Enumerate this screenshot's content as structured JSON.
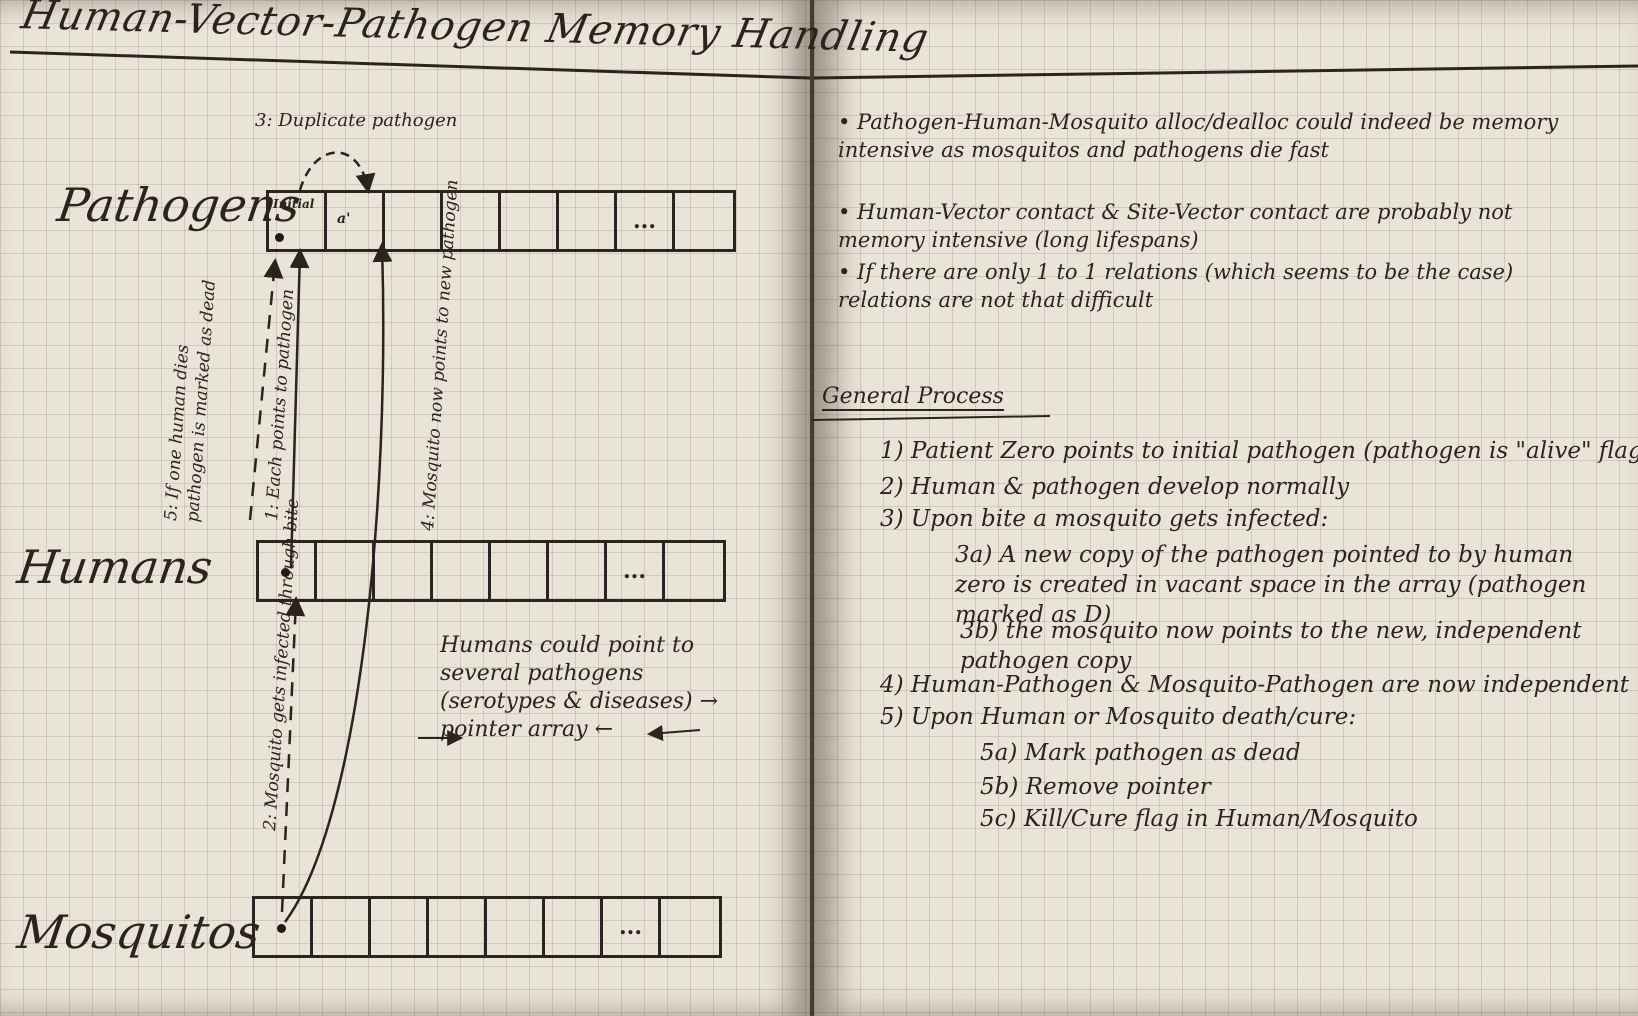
{
  "title": "Human-Vector-Pathogen Memory Handling",
  "diagram": {
    "rows": {
      "pathogens": "Pathogens",
      "humans": "Humans",
      "mosquitos": "Mosquitos"
    },
    "cells": {
      "initial": "Initial",
      "copy": "a'",
      "ellipsis": "..."
    },
    "annotations": {
      "step1": "1: Each points to pathogen",
      "step2": "2: Mosquito gets infected through bite",
      "step3": "3: Duplicate pathogen",
      "step4": "4: Mosquito now points to new pathogen",
      "step5": "5: If one human dies pathogen is marked as dead"
    },
    "side_note": "Humans could point to several pathogens (serotypes & diseases) → pointer array ←"
  },
  "notes": {
    "bullets": [
      "Pathogen-Human-Mosquito alloc/dealloc could indeed be memory intensive as mosquitos and pathogens die fast",
      "Human-Vector contact & Site-Vector contact are probably not memory intensive (long lifespans)",
      "If there are only 1 to 1 relations (which seems to be the case) relations are not that difficult"
    ],
    "heading": "General Process",
    "steps": [
      {
        "num": "1)",
        "text": "Patient Zero points to initial pathogen (pathogen is \"alive\" flag)"
      },
      {
        "num": "2)",
        "text": "Human & pathogen develop normally"
      },
      {
        "num": "3)",
        "text": "Upon bite a mosquito gets infected:"
      },
      {
        "num": "3a)",
        "text": "A new copy of the pathogen pointed to by human zero is created in vacant space in the array (pathogen marked as D)"
      },
      {
        "num": "3b)",
        "text": "the mosquito now points to the new, independent pathogen copy"
      },
      {
        "num": "4)",
        "text": "Human-Pathogen & Mosquito-Pathogen are now independent"
      },
      {
        "num": "5)",
        "text": "Upon Human or Mosquito death/cure:"
      },
      {
        "num": "5a)",
        "text": "Mark pathogen as dead"
      },
      {
        "num": "5b)",
        "text": "Remove pointer"
      },
      {
        "num": "5c)",
        "text": "Kill/Cure flag in Human/Mosquito"
      }
    ]
  }
}
